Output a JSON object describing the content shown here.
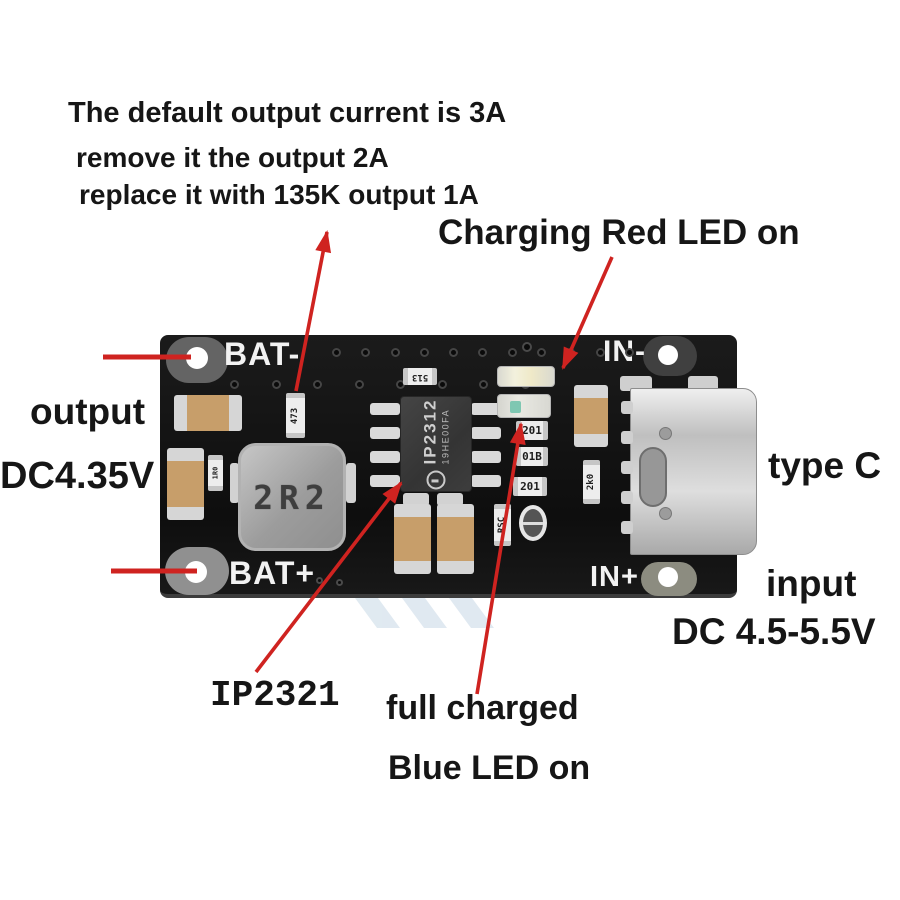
{
  "colors": {
    "arrow_red": "#cf2320",
    "board": "#141414",
    "tan": "#c79e6a",
    "silver": "#d6d6d6",
    "led_teal": "#7fc7b2",
    "watermark": "#dbe6ef",
    "text": "#161616"
  },
  "annotations": {
    "note_line1": "The default output current is 3A",
    "note_line2": "remove it the output 2A",
    "note_line3": "replace it with 135K output 1A",
    "charging_label": "Charging Red LED on",
    "output_label": "output",
    "output_voltage": "DC4.35V",
    "type_c_label": "type C",
    "input_label": "input",
    "input_voltage": "DC 4.5-5.5V",
    "chip_label": "IP2321",
    "full_charged_line1": "full charged",
    "full_charged_line2": "Blue LED on"
  },
  "board": {
    "silkscreen": {
      "bat_minus": "BAT-",
      "in_minus": "IN-",
      "bat_plus": "BAT+",
      "in_plus": "IN+"
    },
    "components": {
      "inductor": "2R2",
      "ic_line1": "IP2312",
      "ic_line2": "19HE00FA",
      "resistor_513": "513",
      "resistor_473": "473",
      "resistor_201a": "201",
      "resistor_01b": "01B",
      "resistor_201b": "201",
      "resistor_2k0": "2k0",
      "resistor_rsc": "RSC",
      "resistor_1r0": "1R0"
    }
  }
}
